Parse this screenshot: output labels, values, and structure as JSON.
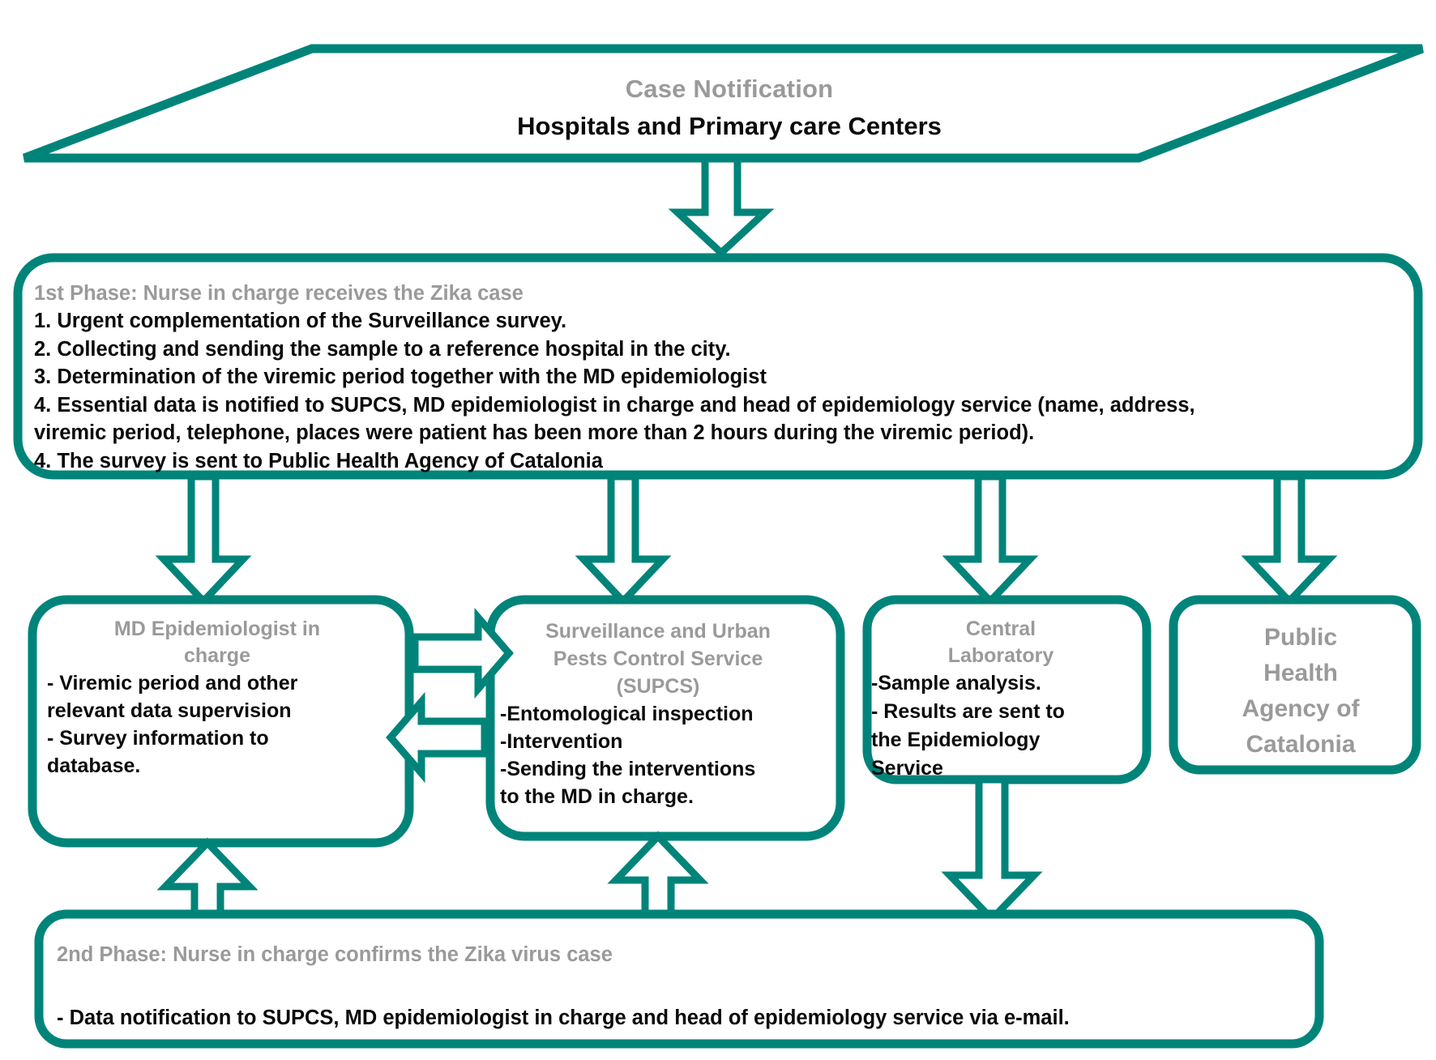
{
  "theme": {
    "accent": "#00847A",
    "heading_gray": "#9a9a9a",
    "body_black": "#0a0a0a",
    "background": "#ffffff"
  },
  "diagram": {
    "title": "Zika virus case notification and response workflow",
    "source_node": {
      "heading": "Case Notification",
      "subtitle": "Hospitals and Primary care Centers"
    },
    "phase1": {
      "heading": "1st Phase: Nurse in charge receives the Zika case",
      "items": [
        "1. Urgent complementation of the Surveillance survey.",
        "2. Collecting and sending the sample to a reference hospital in the city.",
        "3. Determination of the viremic period together with the MD epidemiologist",
        "4. Essential data is notified to SUPCS, MD epidemiologist in charge and head of epidemiology service (name, address,",
        "viremic period, telephone, places were patient has been more than 2 hours during the viremic period).",
        "4. The survey is sent to Public Health Agency of Catalonia"
      ]
    },
    "md_epidemiologist": {
      "heading_line1": "MD Epidemiologist in",
      "heading_line2": "charge",
      "items": [
        "- Viremic period and other",
        "relevant data supervision",
        "- Survey information to",
        "database."
      ]
    },
    "supcs": {
      "heading_line1": "Surveillance and Urban",
      "heading_line2": "Pests Control Service",
      "heading_line3": "(SUPCS)",
      "items": [
        "-Entomological inspection",
        "-Intervention",
        "-Sending the interventions",
        "to the MD in charge."
      ]
    },
    "central_laboratory": {
      "heading_line1": "Central",
      "heading_line2": "Laboratory",
      "items": [
        "-Sample analysis.",
        "- Results are sent to",
        "the Epidemiology",
        "Service"
      ]
    },
    "public_health_agency": {
      "heading_lines": [
        "Public",
        "Health",
        "Agency of",
        "Catalonia"
      ]
    },
    "phase2": {
      "heading": "2nd Phase: Nurse in charge confirms the Zika virus case",
      "body": "- Data notification to SUPCS, MD epidemiologist in charge and head of epidemiology service  via e-mail."
    }
  }
}
